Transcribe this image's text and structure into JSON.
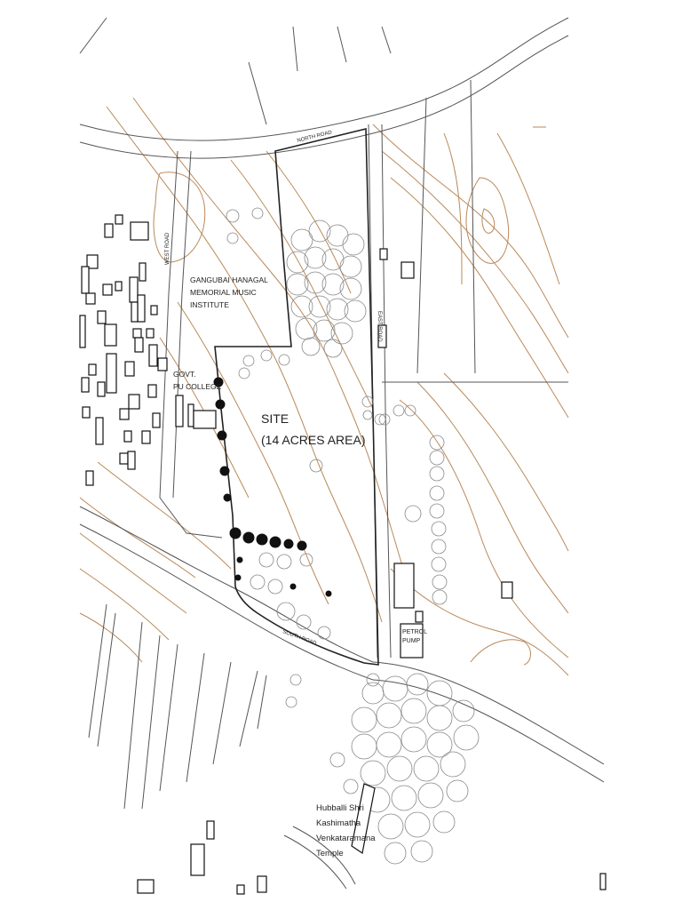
{
  "labels": {
    "north_road": "NORTH ROAD",
    "west_road": "WEST ROAD",
    "east_road": "EAST ROAD",
    "south_road": "SOUTH ROAD",
    "institute_line1": "GANGUBAI HANAGAL",
    "institute_line2": "MEMORIAL MUSIC",
    "institute_line3": "INSTITUTE",
    "college_line1": "GOVT.",
    "college_line2": "PU COLLEGE",
    "site_line1": "SITE",
    "site_line2": "(14 ACRES AREA)",
    "petrol_line1": "PETROL",
    "petrol_line2": "PUMP",
    "temple_line1": "Hubballi Shri",
    "temple_line2": "Kashimatha",
    "temple_line3": "Venkataramana",
    "temple_line4": "Temple"
  },
  "colors": {
    "contour": "#b9895a",
    "road": "#555555",
    "building": "#111111",
    "tree": "#888888"
  }
}
